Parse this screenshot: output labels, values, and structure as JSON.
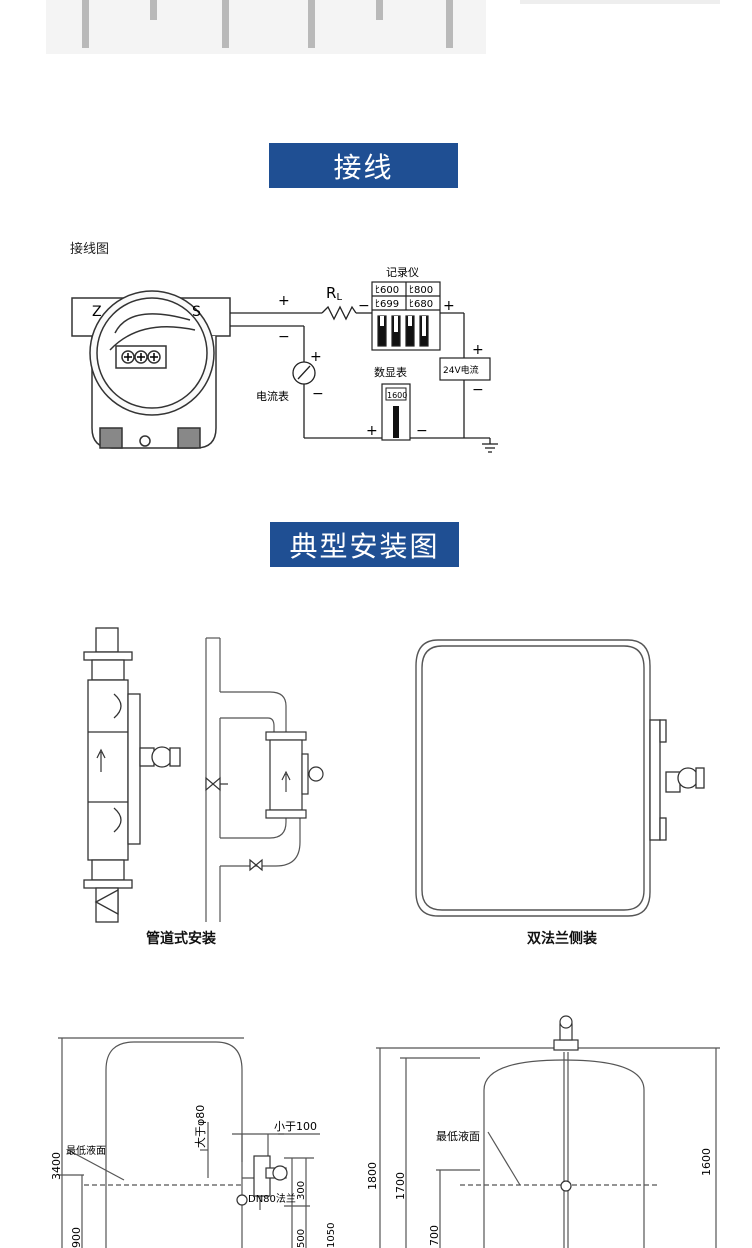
{
  "sections": {
    "wiring_title": "接线",
    "install_title": "典型安装图"
  },
  "wiring": {
    "caption": "接线图",
    "terminal_z": "Z",
    "terminal_s": "S",
    "resistor": "RL",
    "resistor_main": "R",
    "resistor_sub": "L",
    "recorder_label": "记录仪",
    "recorder_r1c1": "ﾋ600",
    "recorder_r1c2": "ﾋ800",
    "recorder_r2c1": "ﾋ699",
    "recorder_r2c2": "ﾋ680",
    "display_label": "数显表",
    "display_value": "1600",
    "ammeter_label": "电流表",
    "power_label": "24V电流",
    "plus": "+",
    "minus": "−"
  },
  "install": {
    "pipeline_caption": "管道式安装",
    "side_caption": "双法兰侧装"
  },
  "dimensions": {
    "min_level_left": "最低液面",
    "min_level_right": "最低液面",
    "d3400": "3400",
    "d900": "900",
    "greater_than": "大于φ80",
    "less_than": "小于100",
    "flange": "DN80法兰",
    "d300": "300",
    "d500": "500",
    "d1050": "1050",
    "d1800": "1800",
    "d1700": "1700",
    "d700": "700",
    "d1600": "1600"
  }
}
